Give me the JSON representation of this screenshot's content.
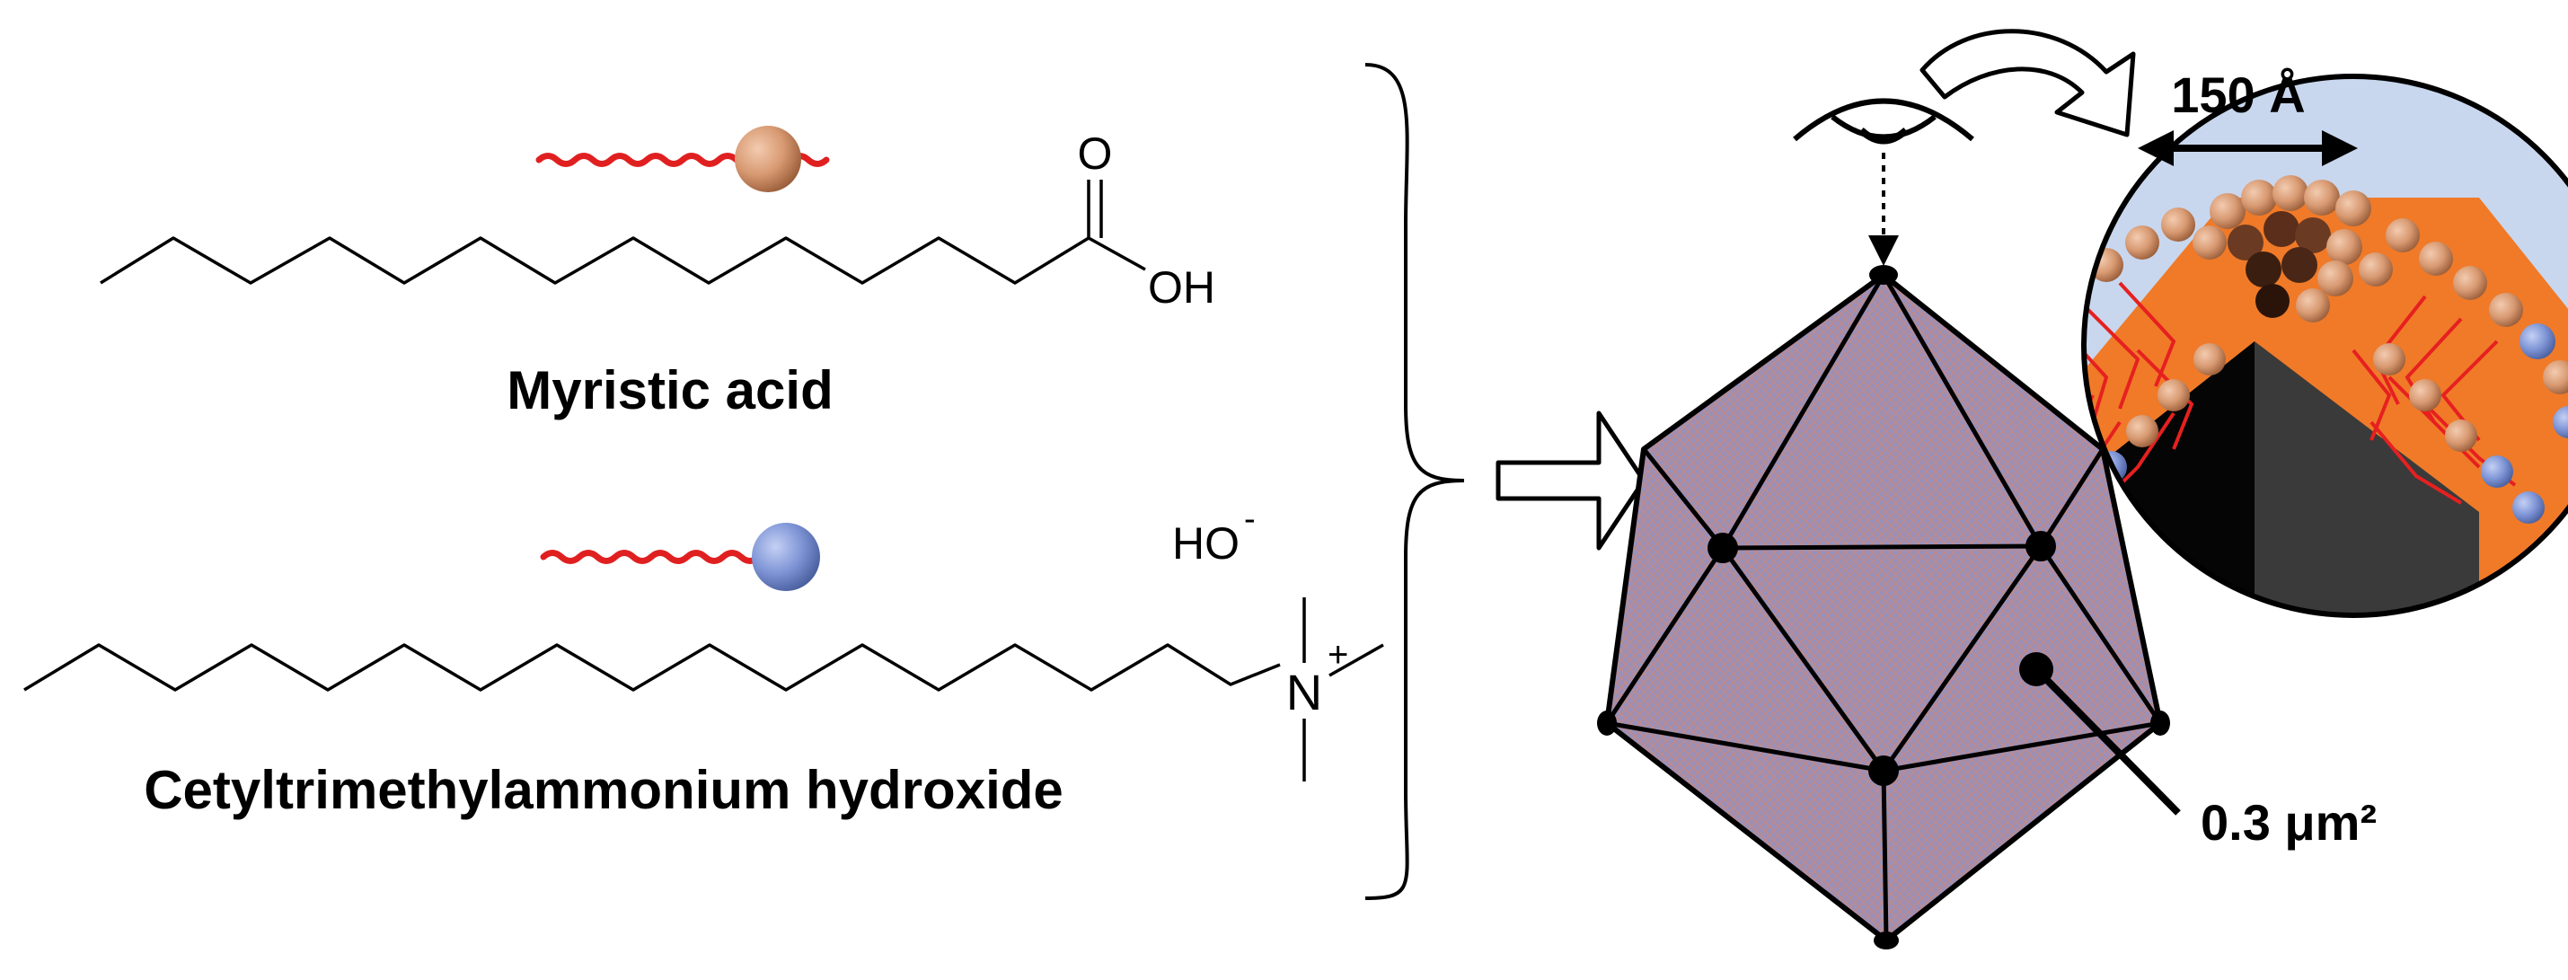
{
  "molecules": {
    "myristic_acid": {
      "name": "Myristic acid",
      "atom_O": "O",
      "atom_OH": "OH",
      "head_color": "#d89a72"
    },
    "ctah": {
      "name": "Cetyltrimethylammonium hydroxide",
      "atom_N": "N",
      "charge_plus": "+",
      "counterion": "HO",
      "charge_minus": "-",
      "head_color": "#7f95d6"
    }
  },
  "icosahedron": {
    "face_area_label": "0.3 μm²",
    "face_color": "#9a90b8"
  },
  "inset": {
    "spacing_label": "150 Å",
    "background_color": "#c8d7ee",
    "core_color": "#f07a28",
    "tail_color": "#e62020"
  }
}
